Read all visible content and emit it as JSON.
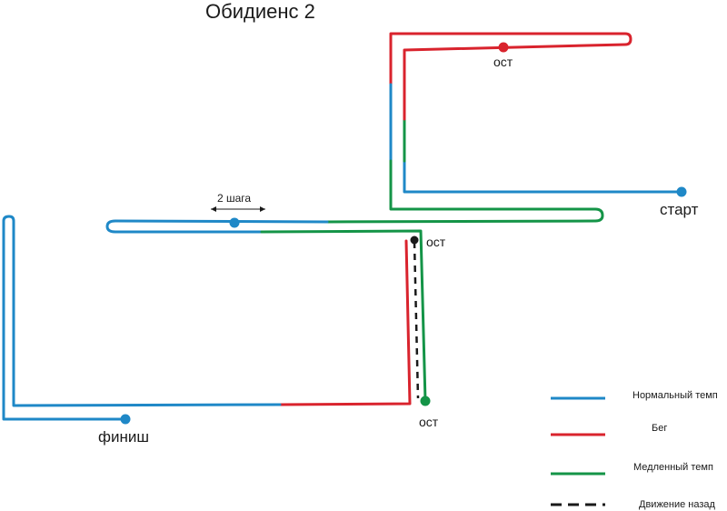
{
  "title": "Обидиенс 2",
  "colors": {
    "normal": "#1f88c7",
    "run": "#d9232d",
    "slow": "#149447",
    "back": "#1a1a1a"
  },
  "labels": {
    "start": "старт",
    "finish": "финиш",
    "stop_top": "ост",
    "stop_mid": "ост",
    "stop_bottom": "ост",
    "steps": "2 шага"
  },
  "legend": [
    {
      "key": "normal",
      "label": "Нормальный темп"
    },
    {
      "key": "run",
      "label": "Бег"
    },
    {
      "key": "slow",
      "label": "Медленный темп"
    },
    {
      "key": "back",
      "label": "Движение назад"
    }
  ]
}
